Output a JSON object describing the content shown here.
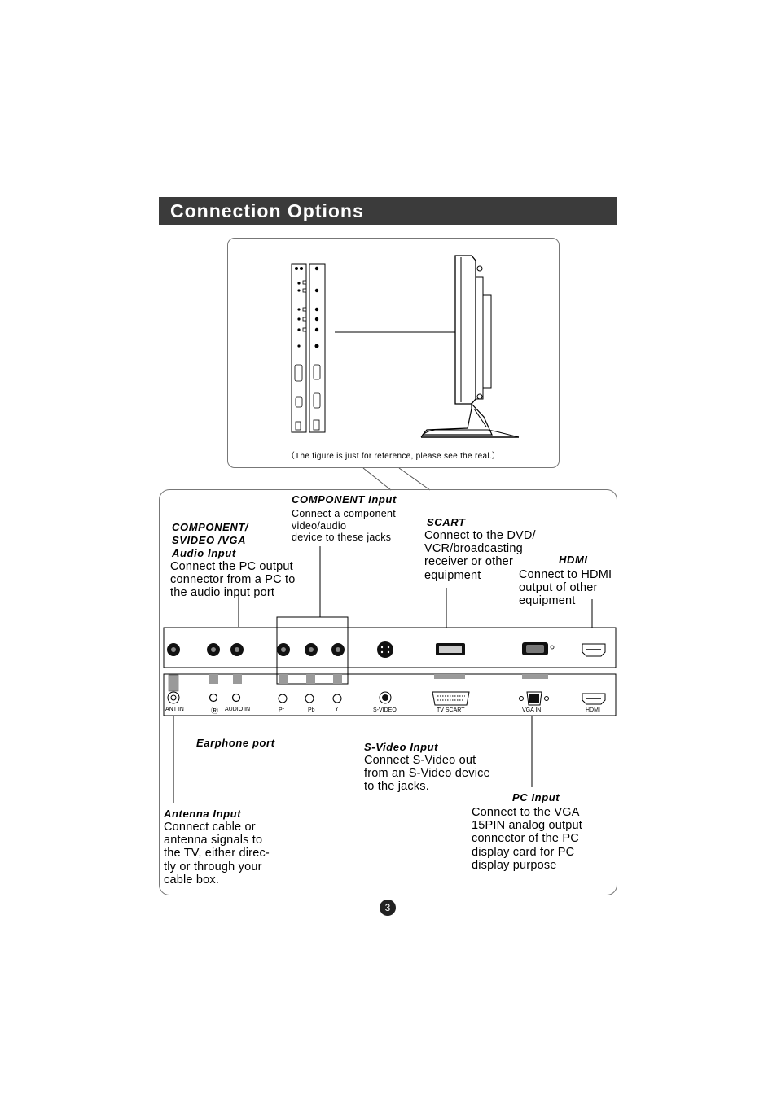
{
  "header": {
    "title": "Connection Options"
  },
  "reference": {
    "note": "（The figure is just for reference, please see the real.）"
  },
  "sections": {
    "component_input": {
      "label": "COMPONENT  Input",
      "text": "Connect a component\nvideo/audio\ndevice to these jacks"
    },
    "component_audio": {
      "label_lines": [
        "COMPONENT/",
        "SVIDEO /VGA",
        "Audio Input"
      ],
      "text": "Connect the PC output\nconnector from a PC to\nthe audio input port"
    },
    "scart": {
      "label": "SCART",
      "text": "Connect to the DVD/\nVCR/broadcasting\nreceiver or other\nequipment"
    },
    "hdmi": {
      "label": "HDMI",
      "text": "Connect to HDMI\noutput of other\nequipment"
    },
    "earphone": {
      "label": "Earphone port"
    },
    "svideo": {
      "label": "S-Video Input",
      "text": "Connect S-Video out\nfrom an S-Video device\nto the jacks."
    },
    "pc_input": {
      "label": "PC  Input",
      "text": "Connect to the VGA\n15PIN analog output\nconnector of the PC\ndisplay card for PC\ndisplay purpose"
    },
    "antenna": {
      "label": "Antenna Input",
      "text": "Connect cable or\nantenna signals to\nthe TV, either direc-\ntly or through your\ncable box."
    }
  },
  "ports": {
    "ant_in": "ANT IN",
    "audio_in": "AUDIO IN",
    "pr": "Pr",
    "pb": "Pb",
    "y": "Y",
    "s_video": "S-VIDEO",
    "tv_scart": "TV SCART",
    "vga_in": "VGA IN",
    "hdmi": "HDMI"
  },
  "page": {
    "number": "3"
  }
}
